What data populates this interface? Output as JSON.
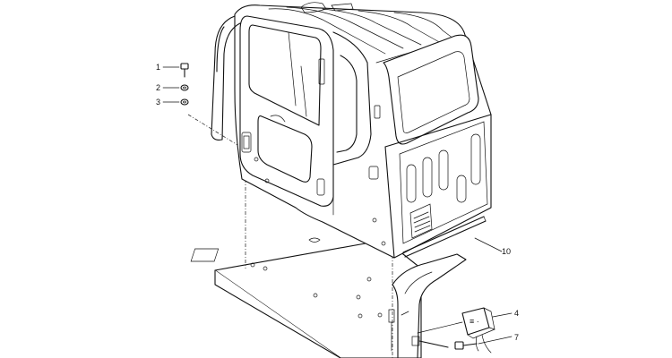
{
  "diagram": {
    "labels": [
      {
        "id": "1",
        "text": "1"
      },
      {
        "id": "2",
        "text": "2"
      },
      {
        "id": "3",
        "text": "3"
      },
      {
        "id": "4",
        "text": "4"
      },
      {
        "id": "7",
        "text": "7"
      },
      {
        "id": "10",
        "text": "10"
      }
    ],
    "parts": {
      "cab": "operator-cab",
      "floor": "cab-floor-plate",
      "bolt": "bolt",
      "washer": "washer",
      "lock-washer": "lock-washer",
      "bracket": "support-bracket",
      "switch": "switch-box",
      "seal": "seal-strip"
    }
  }
}
